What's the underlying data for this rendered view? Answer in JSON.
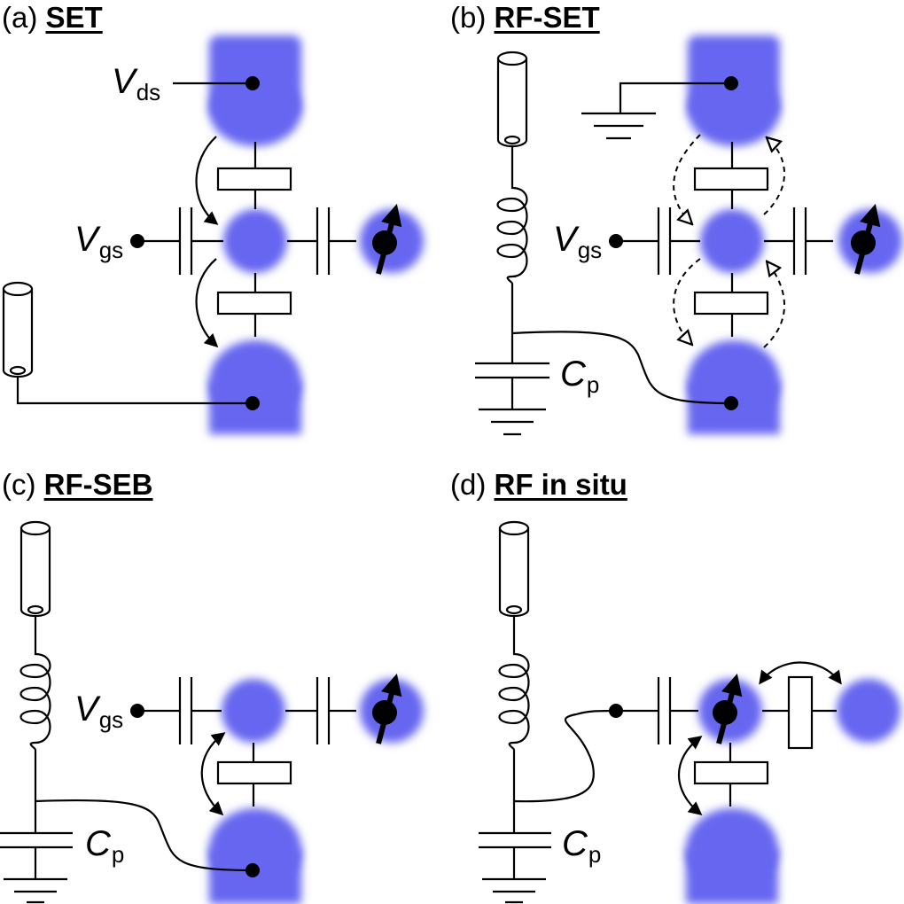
{
  "panels": [
    {
      "letter": "(a)",
      "name": "SET"
    },
    {
      "letter": "(b)",
      "name": "RF-SET"
    },
    {
      "letter": "(c)",
      "name": "RF-SEB"
    },
    {
      "letter": "(d)",
      "name": "RF in situ"
    }
  ],
  "labels": {
    "vds_main": "V",
    "vds_sub": "ds",
    "vgs_main": "V",
    "vgs_sub": "gs",
    "cp_main": "C",
    "cp_sub": "p"
  },
  "colors": {
    "island": "#6666f0",
    "wire": "#000000",
    "background": "#ffffff"
  }
}
